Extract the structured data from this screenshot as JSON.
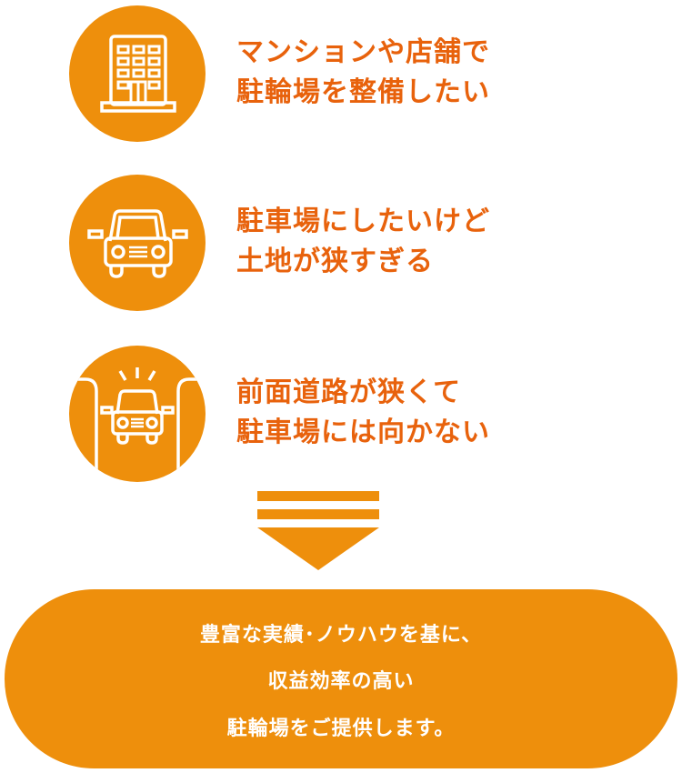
{
  "colors": {
    "circle": "#ee8f0c",
    "text": "#e8620c",
    "banner_text": "#ffffff"
  },
  "problems": [
    {
      "icon": "building-icon",
      "lines": [
        "マンションや店舗で",
        "駐輪場を整備したい"
      ]
    },
    {
      "icon": "car-icon",
      "lines": [
        "駐車場にしたいけど",
        "土地が狭すぎる"
      ]
    },
    {
      "icon": "car-narrow-road-icon",
      "lines": [
        "前面道路が狭くて",
        "駐車場には向かない"
      ]
    }
  ],
  "solution": {
    "lines": [
      "豊富な実績･ノウハウを基に、",
      "収益効率の高い",
      "駐輪場をご提供します。"
    ]
  }
}
